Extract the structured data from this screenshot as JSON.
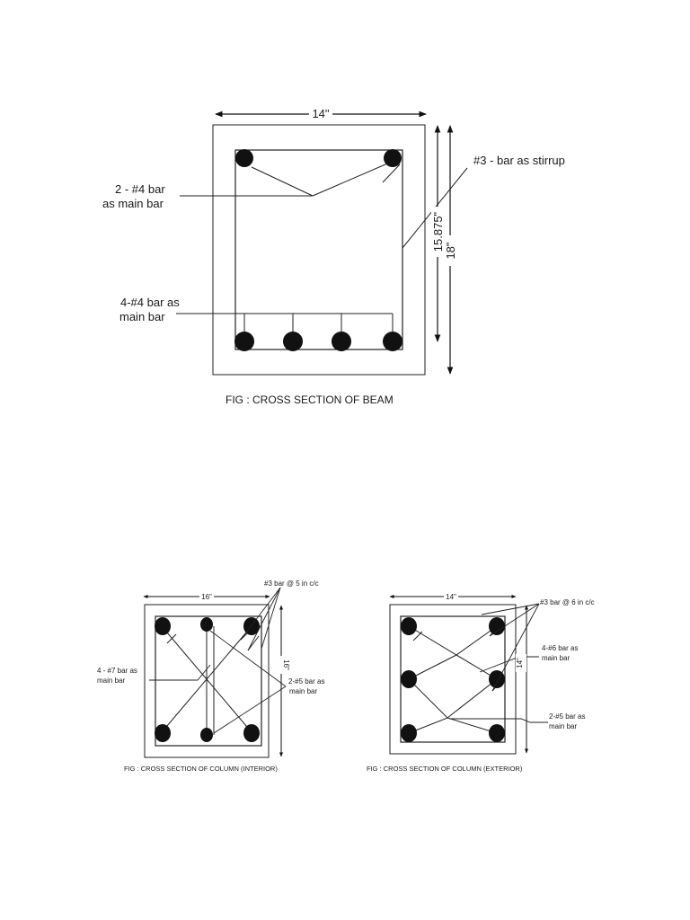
{
  "beam": {
    "width_label": "14\"",
    "depth_effective_label": "15.875\"",
    "depth_total_label": "18\"",
    "stirrup_label": "#3 - bar as stirrup",
    "top_bars_line1": "2 - #4 bar",
    "top_bars_line2": "as main bar",
    "bottom_bars_line1": "4-#4 bar as",
    "bottom_bars_line2": "main bar",
    "caption": "FIG : CROSS SECTION OF BEAM"
  },
  "column_interior": {
    "width_label": "16\"",
    "depth_label": "16\"",
    "tie_label": "#3 bar @ 5 in c/c",
    "main_bars_line1": "4 - #7 bar as",
    "main_bars_line2": "main bar",
    "side_bars_line1": "2-#5 bar as",
    "side_bars_line2": "main bar",
    "caption": "FIG : CROSS SECTION OF COLUMN (INTERIOR)"
  },
  "column_exterior": {
    "width_label": "14\"",
    "depth_label": "14\"",
    "tie_label": "#3 bar @ 6 in c/c",
    "main_bars_line1": "4-#6 bar as",
    "main_bars_line2": "main bar",
    "side_bars_line1": "2-#5 bar as",
    "side_bars_line2": "main bar",
    "caption": "FIG : CROSS SECTION OF COLUMN (EXTERIOR)"
  }
}
